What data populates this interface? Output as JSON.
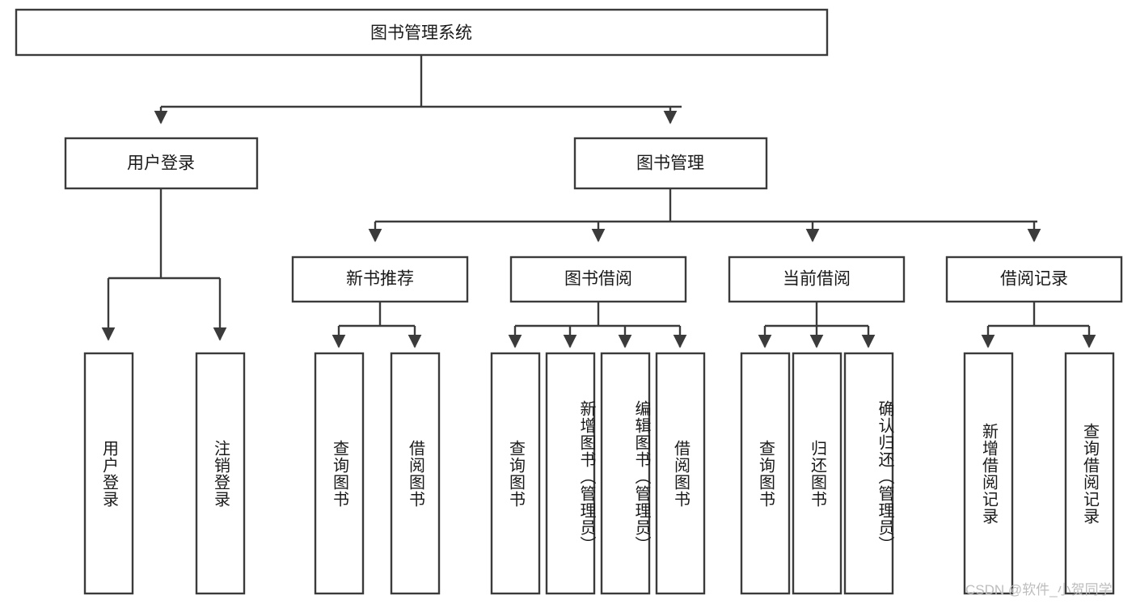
{
  "diagram": {
    "title": "图书管理系统",
    "watermark": "CSDN @软件_小贺同学",
    "colors": {
      "stroke": "#3b3b3b",
      "box_fill": "#ffffff",
      "text": "#1a1a1a",
      "watermark": "#bdbdbd",
      "background": "#ffffff"
    },
    "levels": {
      "root": {
        "label": "图书管理系统"
      },
      "level2": [
        {
          "label": "用户登录"
        },
        {
          "label": "图书管理"
        }
      ],
      "level3": [
        {
          "label": "新书推荐"
        },
        {
          "label": "图书借阅"
        },
        {
          "label": "当前借阅"
        },
        {
          "label": "借阅记录"
        }
      ],
      "leaves": [
        {
          "label": "用户登录",
          "parent": "用户登录"
        },
        {
          "label": "注销登录",
          "parent": "用户登录"
        },
        {
          "label": "查询图书",
          "parent": "新书推荐"
        },
        {
          "label": "借阅图书",
          "parent": "新书推荐"
        },
        {
          "label": "查询图书",
          "parent": "图书借阅"
        },
        {
          "label": "新增图书（管理员）",
          "parent": "图书借阅"
        },
        {
          "label": "编辑图书（管理员）",
          "parent": "图书借阅"
        },
        {
          "label": "借阅图书",
          "parent": "图书借阅"
        },
        {
          "label": "查询图书",
          "parent": "当前借阅"
        },
        {
          "label": "归还图书",
          "parent": "当前借阅"
        },
        {
          "label": "确认归还（管理员）",
          "parent": "当前借阅"
        },
        {
          "label": "新增借阅记录",
          "parent": "借阅记录"
        },
        {
          "label": "查询借阅记录",
          "parent": "借阅记录"
        }
      ]
    }
  }
}
